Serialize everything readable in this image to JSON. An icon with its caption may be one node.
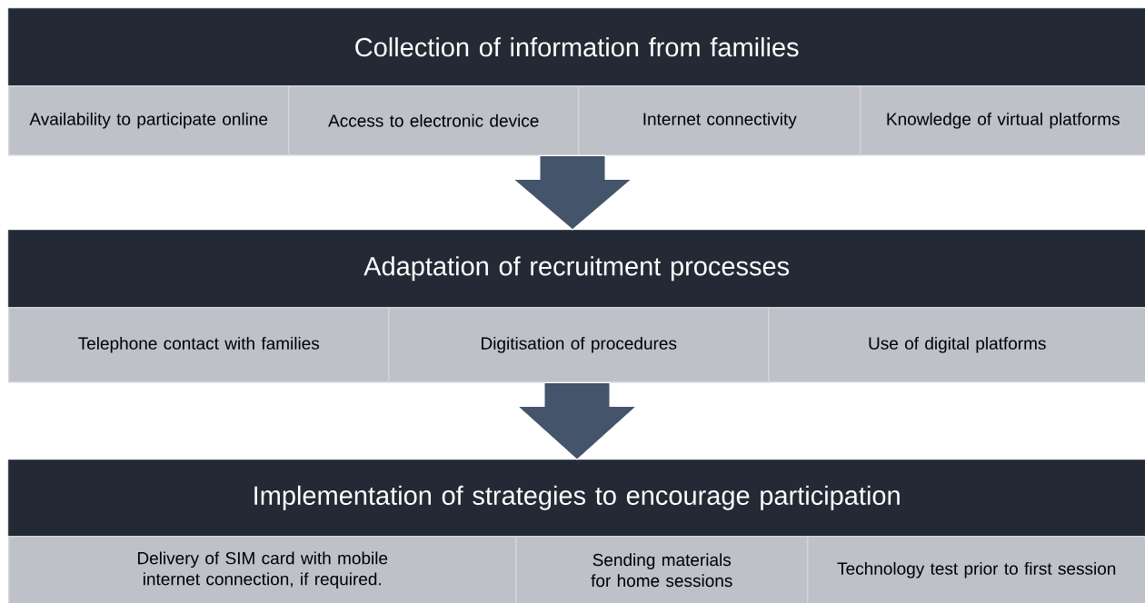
{
  "diagram": {
    "nodes": [
      {
        "text": [
          "Collection of information from families"
        ]
      },
      {
        "text": [
          "Availability to participate online"
        ]
      },
      {
        "text": [
          "Access to electronic device"
        ]
      },
      {
        "text": [
          "Internet connectivity"
        ]
      },
      {
        "text": [
          "Knowledge of virtual platforms"
        ]
      },
      {
        "text": [
          "Adaptation of recruitment processes"
        ]
      },
      {
        "text": [
          "Telephone contact with families"
        ]
      },
      {
        "text": [
          "Digitisation of procedures"
        ]
      },
      {
        "text": [
          "Use of digital platforms"
        ]
      },
      {
        "text": [
          "Implementation of strategies to encourage participation"
        ]
      },
      {
        "text": [
          "Delivery of SIM card with mobile internet connection, if required."
        ]
      },
      {
        "text": [
          "Sending materials for home sessions"
        ]
      },
      {
        "text": [
          "Technology test prior to first session"
        ]
      }
    ],
    "edges": [
      {
        "from": 2,
        "to": 5,
        "arrow": "to"
      },
      {
        "from": 7,
        "to": 9,
        "arrow": "to"
      }
    ]
  }
}
